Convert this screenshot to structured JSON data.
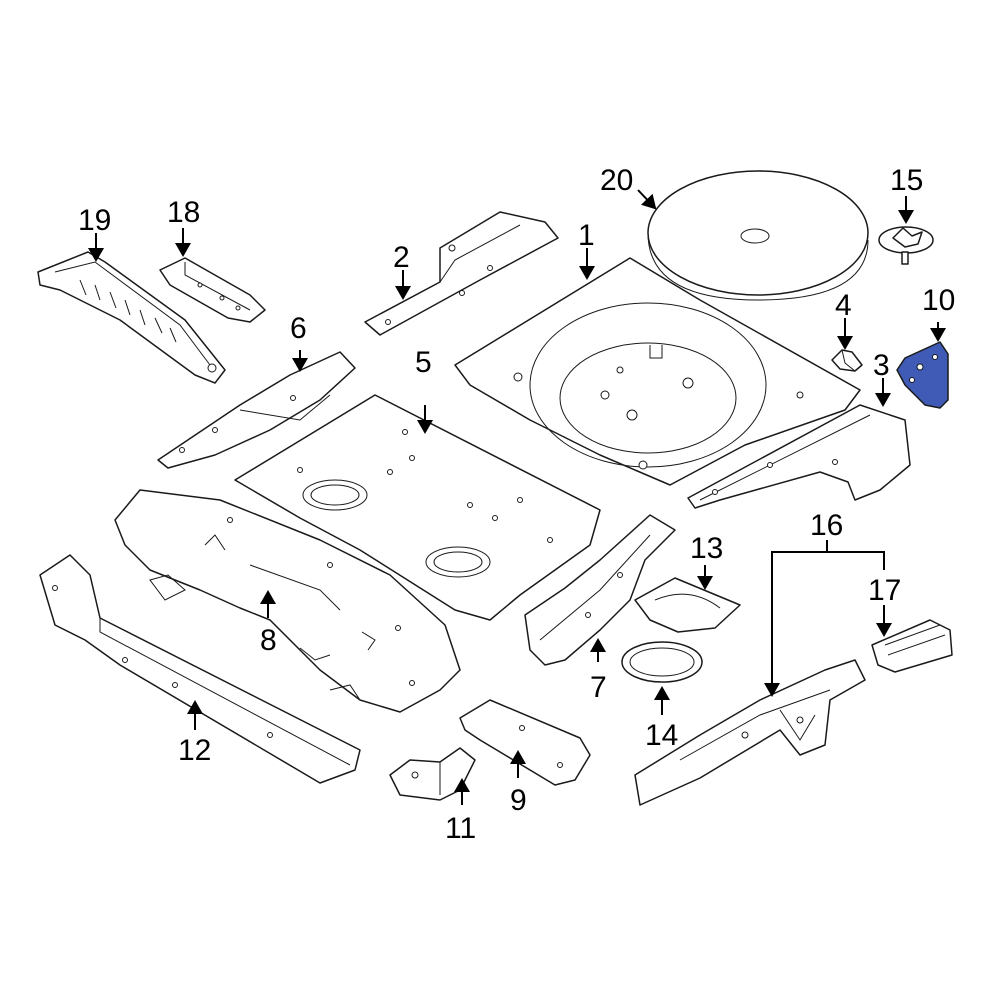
{
  "colors": {
    "highlight": "#3f5bb5",
    "line": "#1a1a1a",
    "background": "#ffffff"
  },
  "highlighted_part": "10",
  "callouts": {
    "c1": "1",
    "c2": "2",
    "c3": "3",
    "c4": "4",
    "c5": "5",
    "c6": "6",
    "c7": "7",
    "c8": "8",
    "c9": "9",
    "c10": "10",
    "c11": "11",
    "c12": "12",
    "c13": "13",
    "c14": "14",
    "c15": "15",
    "c16": "16",
    "c17": "17",
    "c18": "18",
    "c19": "19",
    "c20": "20"
  }
}
